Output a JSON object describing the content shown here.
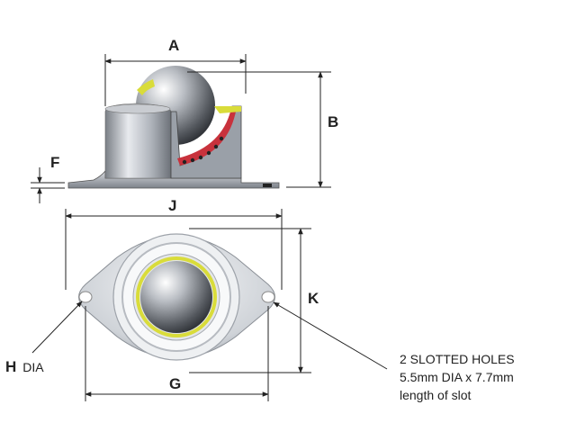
{
  "labels": {
    "a": "A",
    "b": "B",
    "f": "F",
    "j": "J",
    "k": "K",
    "g": "G",
    "h_letter": "H",
    "h_suffix": "DIA"
  },
  "note": {
    "line1": "2 SLOTTED HOLES",
    "line2": "5.5mm DIA x 7.7mm",
    "line3": "length of slot"
  },
  "colors": {
    "steel_light": "#e6e8ec",
    "steel_mid": "#b9bdc4",
    "steel_dark": "#6e737b",
    "yellow_seal": "#d9dc3a",
    "red_liner": "#c8323c",
    "dim_line": "#222222"
  }
}
